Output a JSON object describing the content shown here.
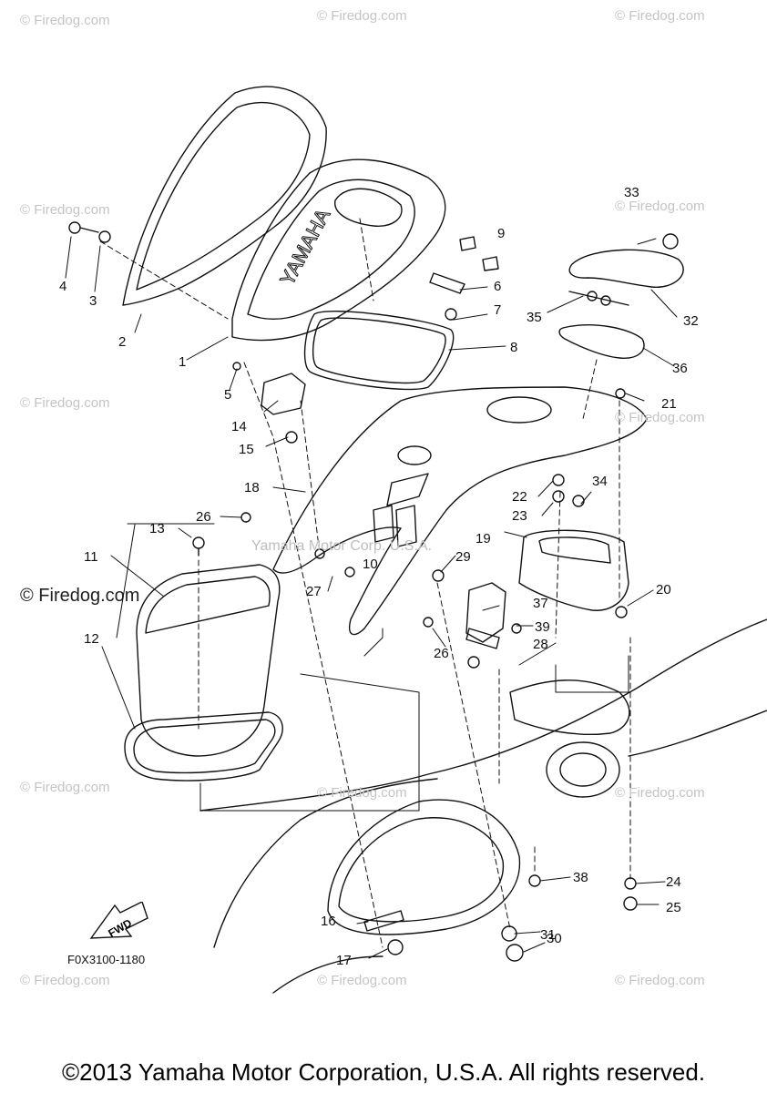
{
  "watermark_site": "© Firedog.com",
  "stamp_text": "Yamaha Motor Corp. U.S.A.",
  "diagram_code": "F0X3100-1180",
  "fwd_label": "FWD",
  "copyright": "©2013 Yamaha Motor Corporation, U.S.A. All rights reserved.",
  "callouts": [
    "1",
    "2",
    "3",
    "4",
    "5",
    "6",
    "7",
    "8",
    "9",
    "10",
    "11",
    "12",
    "13",
    "14",
    "15",
    "16",
    "17",
    "18",
    "19",
    "20",
    "21",
    "22",
    "23",
    "24",
    "25",
    "26",
    "26",
    "27",
    "28",
    "29",
    "30",
    "31",
    "32",
    "33",
    "34",
    "35",
    "36",
    "37",
    "38",
    "39"
  ]
}
